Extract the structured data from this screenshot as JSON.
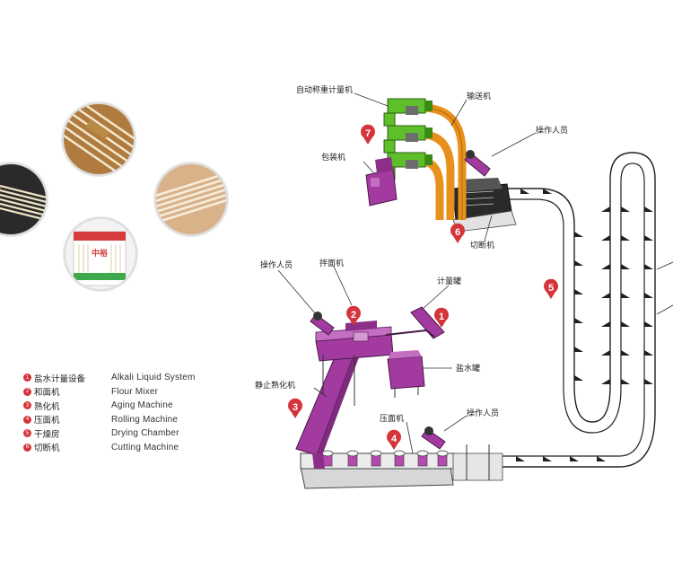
{
  "colors": {
    "magenta": "#a23aa0",
    "green": "#5fbf2a",
    "orange": "#e8901c",
    "marker_red": "#d4343a",
    "frame_gray": "#cfcfcf"
  },
  "legend": [
    {
      "num": "1",
      "cn": "盐水计量设备",
      "en": "Alkali  Liquid  System"
    },
    {
      "num": "2",
      "cn": "和面机",
      "en": "Flour Mixer"
    },
    {
      "num": "3",
      "cn": "熟化机",
      "en": "Aging Machine"
    },
    {
      "num": "4",
      "cn": "压面机",
      "en": "Rolling Machine"
    },
    {
      "num": "5",
      "cn": "干燥房",
      "en": "Drying Chamber"
    },
    {
      "num": "6",
      "cn": "切断机",
      "en": "Cutting  Machine"
    }
  ],
  "labels": {
    "auto_weigher": "自动称重计量机",
    "conveyor": "输送机",
    "operator_top": "操作人员",
    "packer": "包装机",
    "cutter": "切断机",
    "operator_left": "操作人员",
    "mixer": "拌面机",
    "meter_tank": "计量罐",
    "brine_tank": "盐水罐",
    "aging": "静止熟化机",
    "roller": "压面机",
    "operator_bottom": "操作人员"
  },
  "markers": [
    "1",
    "2",
    "3",
    "4",
    "5",
    "6",
    "7"
  ],
  "photos": [
    {
      "name": "noodle-photo-bundle-left"
    },
    {
      "name": "noodle-photo-bundle-top"
    },
    {
      "name": "noodle-photo-strands-right"
    },
    {
      "name": "noodle-photo-package"
    }
  ],
  "package_brand": "中裕"
}
